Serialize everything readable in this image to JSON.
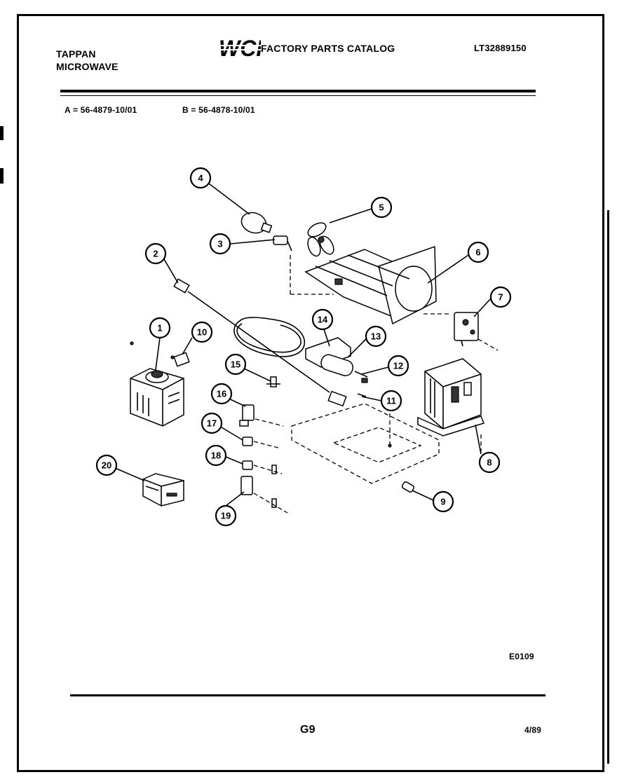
{
  "header": {
    "brand_line1": "TAPPAN",
    "brand_line2": "MICROWAVE",
    "logo_text": "WCI",
    "catalog_title": "FACTORY PARTS CATALOG",
    "catalog_number": "LT32889150"
  },
  "models": {
    "a": "A = 56-4879-10/01",
    "b": "B = 56-4878-10/01"
  },
  "callouts": [
    "1",
    "2",
    "3",
    "4",
    "5",
    "6",
    "7",
    "8",
    "9",
    "10",
    "11",
    "12",
    "13",
    "14",
    "15",
    "16",
    "17",
    "18",
    "19",
    "20"
  ],
  "footer": {
    "figure_code": "E0109",
    "page": "G9",
    "date": "4/89"
  }
}
